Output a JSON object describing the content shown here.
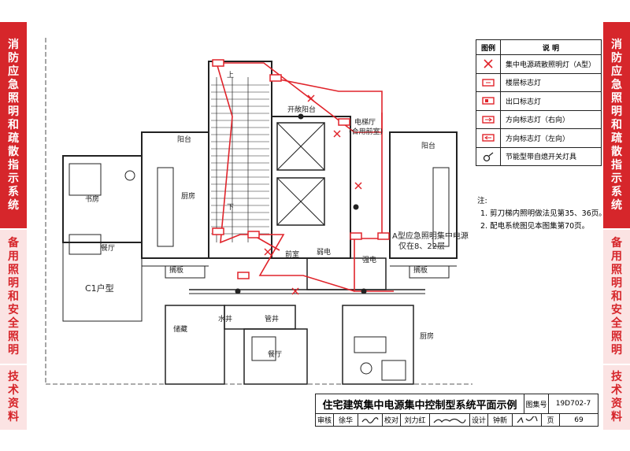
{
  "sidebar_left": [
    {
      "text": "消防应急照明和疏散指示系统",
      "style": "red"
    },
    {
      "text": "备用照明和安全照明",
      "style": "light"
    },
    {
      "text": "技术资料",
      "style": "light"
    }
  ],
  "sidebar_right": [
    {
      "text": "消防应急照明和疏散指示系统",
      "style": "red"
    },
    {
      "text": "备用照明和安全照明",
      "style": "light"
    },
    {
      "text": "技术资料",
      "style": "light"
    }
  ],
  "legend": {
    "header_symbol": "图例",
    "header_desc": "说 明",
    "items": [
      {
        "symbol": "x-lamp-icon",
        "desc": "集中电源疏散照明灯（A型）"
      },
      {
        "symbol": "floor-sign-icon",
        "desc": "楼层标志灯"
      },
      {
        "symbol": "exit-sign-icon",
        "desc": "出口标志灯"
      },
      {
        "symbol": "right-arrow-sign-icon",
        "desc": "方向标志灯（右向）"
      },
      {
        "symbol": "left-arrow-sign-icon",
        "desc": "方向标志灯（左向）"
      },
      {
        "symbol": "switch-lamp-icon",
        "desc": "节能型带自熄开关灯具"
      }
    ]
  },
  "notes": {
    "title": "注:",
    "items": [
      "1. 剪刀梯内照明做法见第35、36页。",
      "2. 配电系统图见本图集第70页。"
    ]
  },
  "plan_labels": {
    "open_balcony": "开敞阳台",
    "elevator_hall": "电梯厅",
    "elevator_hall_sub": "(合用前室)",
    "balcony_left": "阳台",
    "balcony_right": "阳台",
    "study": "书房",
    "kitchen_left": "厨房",
    "kitchen_right": "厨房",
    "dining_left": "餐厅",
    "dining_bottom": "餐厅",
    "unit_type": "C1户型",
    "front_room": "前室",
    "power_well": "弱电",
    "strong_well": "强电",
    "source_note_1": "A型应急照明集中电源",
    "source_note_2": "仅在8、22层",
    "water_well": "水井",
    "pipe_well": "管井",
    "storage": "储藏",
    "stair_up": "上",
    "stair_down": "下",
    "shelf_left": "搁板",
    "shelf_right": "搁板"
  },
  "title_block": {
    "title": "住宅建筑集中电源集中控制型系统平面示例",
    "atlas_label": "图集号",
    "atlas_no": "19D702-7",
    "review_label": "审核",
    "reviewer": "徐华",
    "check_label": "校对",
    "checker": "刘力红",
    "design_label": "设计",
    "designer": "钟新",
    "page_label": "页",
    "page_no": "69"
  },
  "colors": {
    "accent_red": "#d6262b",
    "light_red": "#fbe3e3",
    "circuit": "#e0242b",
    "wall": "#222222"
  }
}
